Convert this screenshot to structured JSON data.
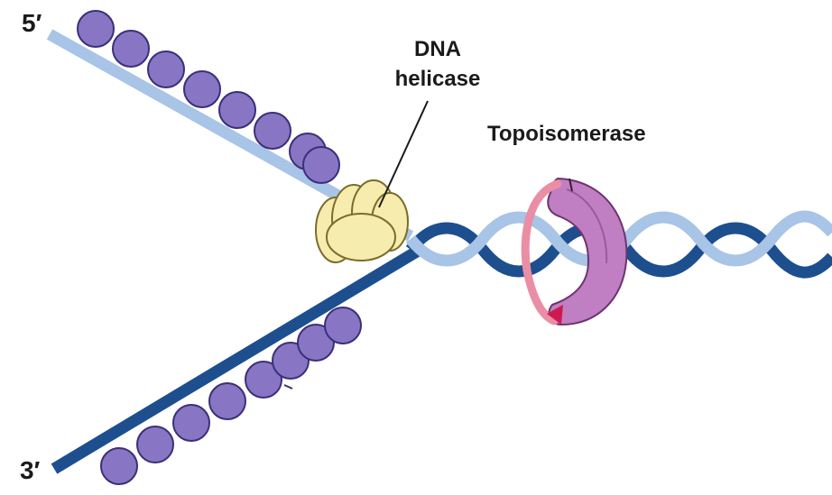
{
  "labels": {
    "five_prime": "5′",
    "three_prime": "3′",
    "helicase_line1": "DNA",
    "helicase_line2": "helicase",
    "topoisomerase": "Topoisomerase"
  },
  "colors": {
    "light_strand": "#a8c4e6",
    "dark_strand": "#1d4f8f",
    "ssb_protein": "#8876c4",
    "ssb_protein_outline": "#3b2f78",
    "helicase": "#f5ecae",
    "helicase_outline": "#7a6d2a",
    "topoisomerase": "#c07fc2",
    "topoisomerase_outline": "#6d3470",
    "cut_loop": "#ea8ea6",
    "cut_arrow": "#d01850"
  }
}
